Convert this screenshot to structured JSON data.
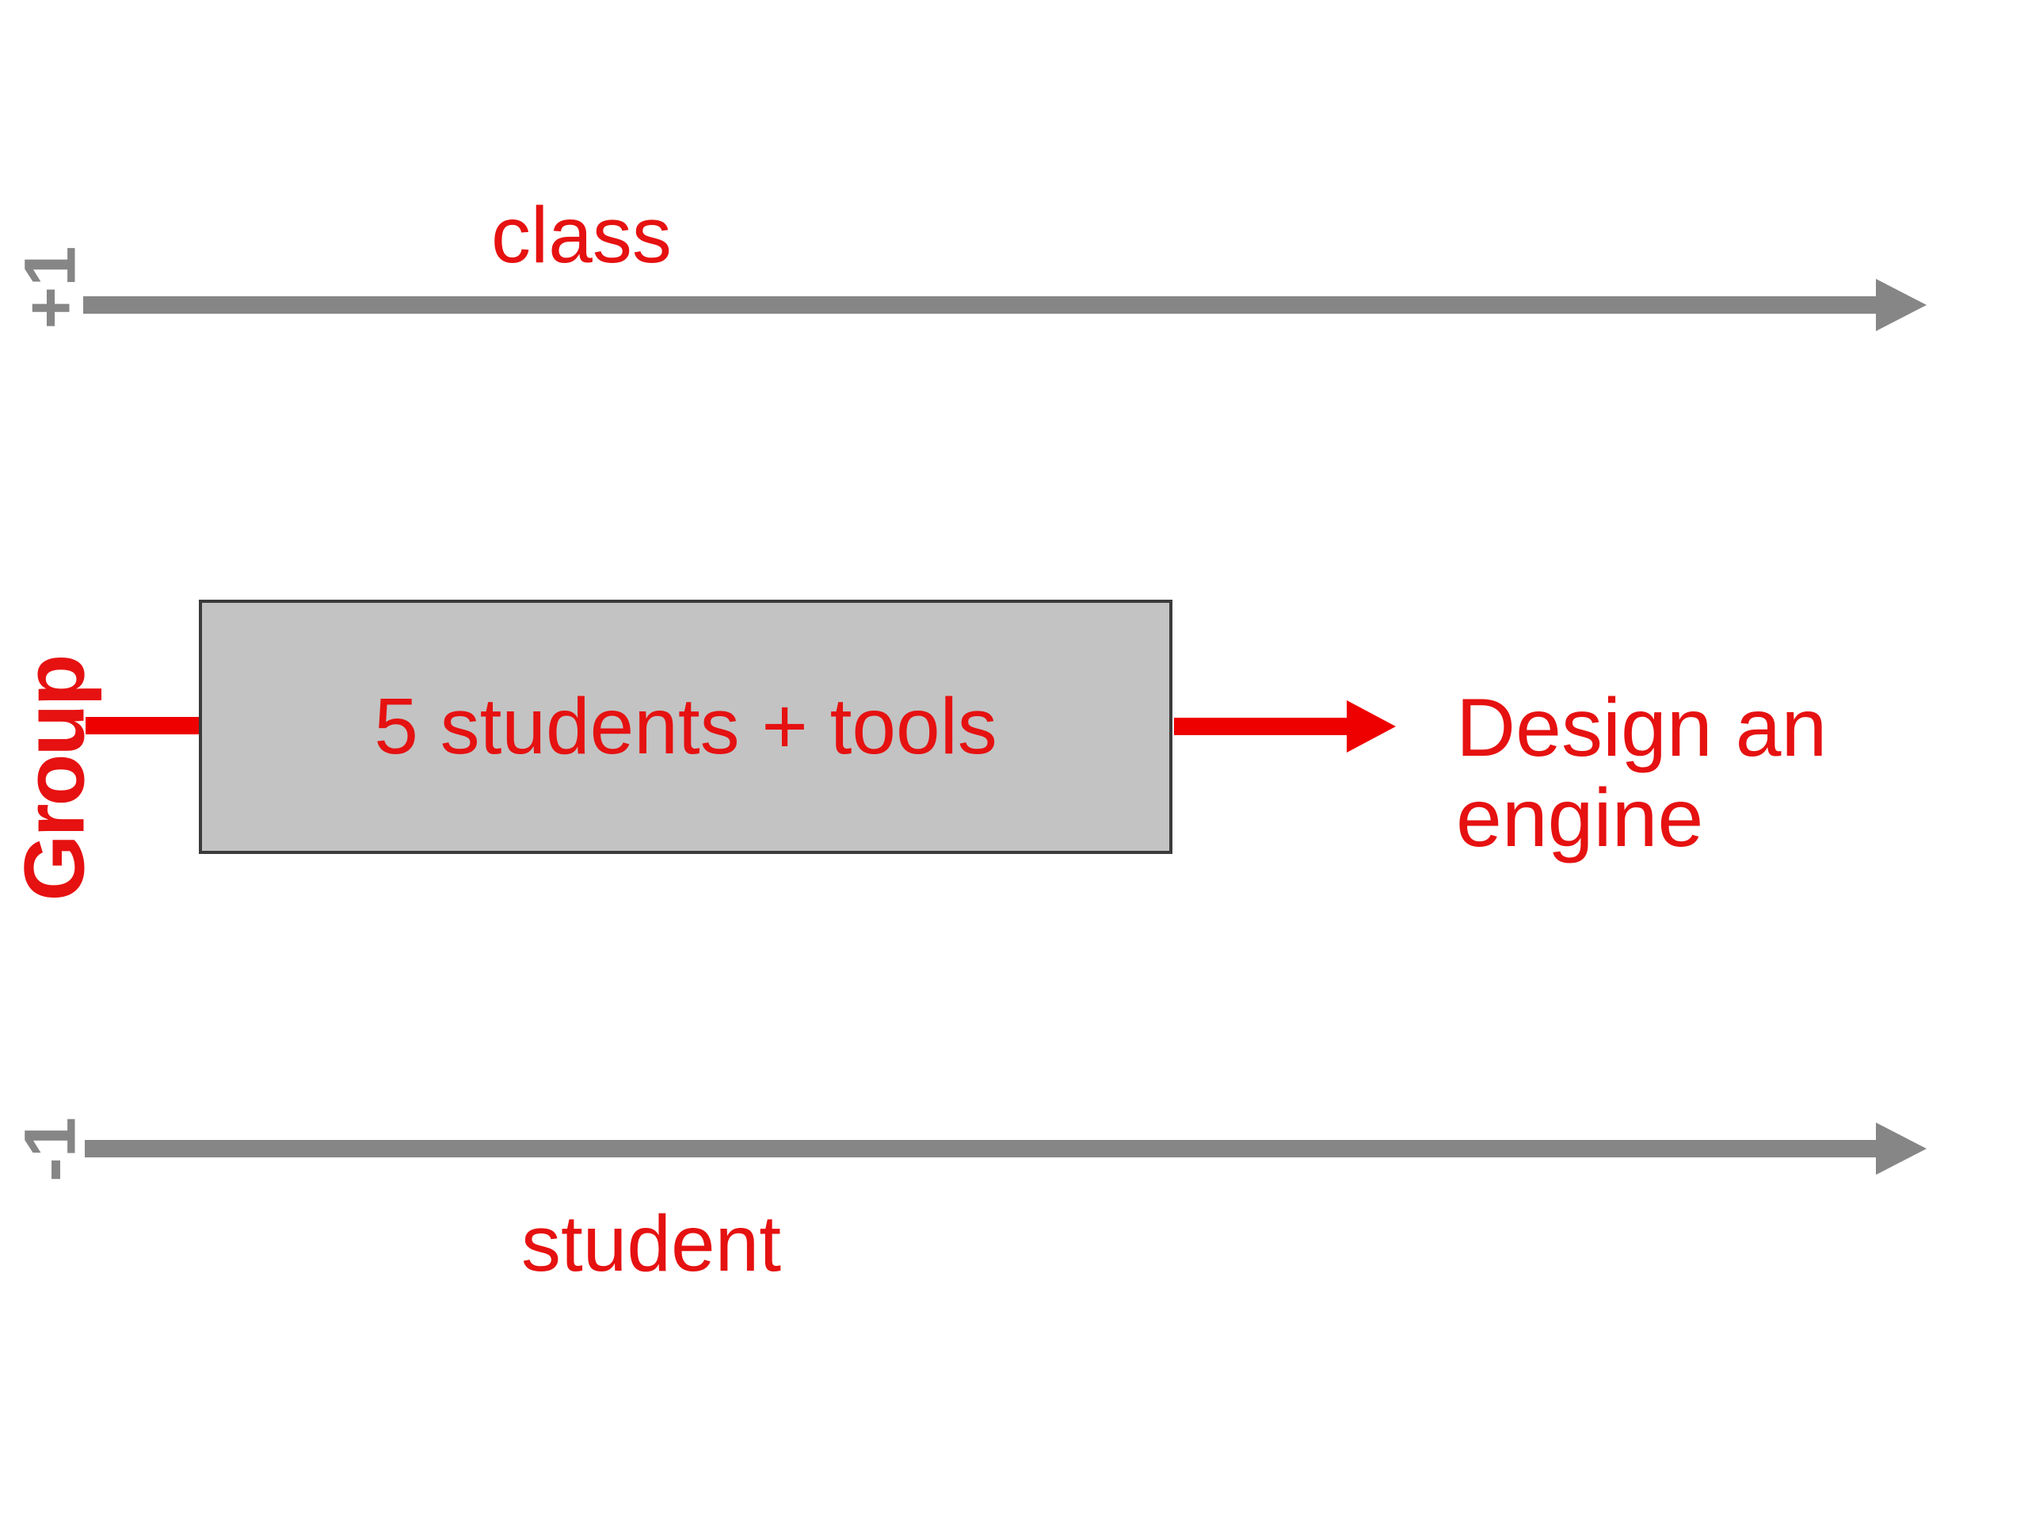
{
  "colors": {
    "red": "#e61111",
    "shape_red": "#ee0000",
    "gray": "#868686",
    "box_fill": "#c3c3c3",
    "box_border": "#3b3b3b",
    "background": "#ffffff"
  },
  "diagram": {
    "top_axis": {
      "label": "class",
      "end_label": "+1"
    },
    "group_flow": {
      "input_label": "Group",
      "box_text": "5 students + tools",
      "output_label": "Design an engine"
    },
    "bottom_axis": {
      "label": "student",
      "end_label": "-1"
    }
  }
}
